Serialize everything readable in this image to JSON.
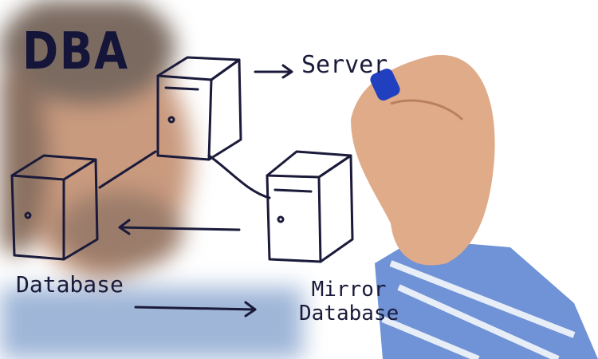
{
  "title": "DBA",
  "diagram": {
    "server_label": "Server",
    "database_label": "Database",
    "mirror_label_line1": "Mirror",
    "mirror_label_line2": "Database"
  },
  "colors": {
    "ink": "#1a1a3a",
    "marker_cap": "#2040c0",
    "shirt": "#6f93d6",
    "skin": "#d9a27e"
  }
}
